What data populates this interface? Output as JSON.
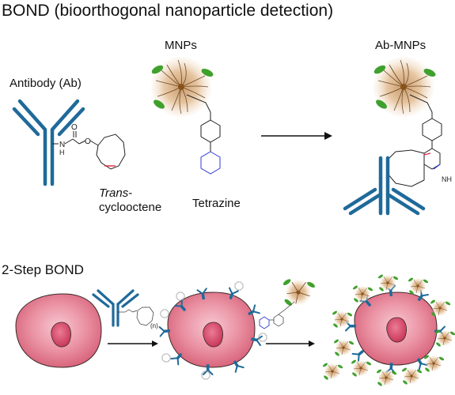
{
  "title": "BOND (bioorthogonal nanoparticle detection)",
  "labels": {
    "antibody": "Antibody (Ab)",
    "mnps": "MNPs",
    "ab_mnps": "Ab-MNPs",
    "trans_italic": "Trans",
    "trans_rest": "-",
    "cyclooctene": "cyclooctene",
    "tetrazine": "Tetrazine",
    "two_step": "2-Step BOND"
  },
  "chem_labels": {
    "n": "N",
    "h": "H",
    "o": "O",
    "nh": "NH",
    "repeat": "(n)"
  },
  "colors": {
    "antibody": "#1f6a9a",
    "tetrazine_ring": "#2f3bd6",
    "trans_bond": "#e0243c",
    "cell_fill": "#e06a80",
    "nucleus": "#d54465",
    "leaf": "#3fa12d",
    "particle_core": "#a3651f",
    "particle_halo": "#e9c9a6"
  }
}
